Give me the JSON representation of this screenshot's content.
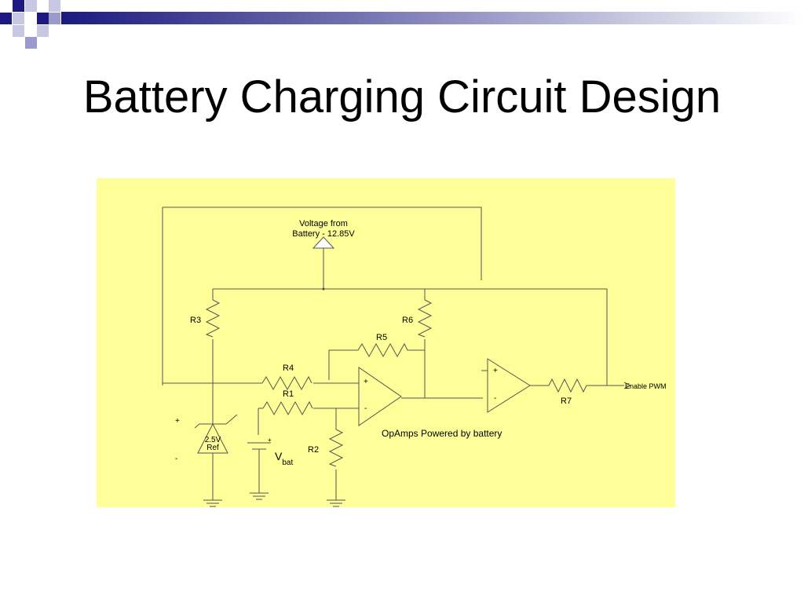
{
  "slide": {
    "title": "Battery Charging Circuit Design"
  },
  "colors": {
    "diagram_background": "#ffff99",
    "wire": "#555555",
    "banner_dark": "#1a1a80",
    "banner_light": "#c8c8e4"
  },
  "circuit": {
    "source_label_line1": "Voltage from",
    "source_label_line2": "Battery - 12.85V",
    "resistors": {
      "r1": "R1",
      "r2": "R2",
      "r3": "R3",
      "r4": "R4",
      "r5": "R5",
      "r6": "R6",
      "r7": "R7"
    },
    "reference": {
      "line1": "2.5V",
      "line2": "Ref",
      "plus": "+",
      "minus": "-"
    },
    "battery": {
      "label_main": "V",
      "label_sub": "bat",
      "plus": "+"
    },
    "opamp1": {
      "plus": "+",
      "minus": "-"
    },
    "opamp2": {
      "plus": "+",
      "minus": "-"
    },
    "note": "OpAmps Powered by battery",
    "output_label": "Enable PWM"
  }
}
